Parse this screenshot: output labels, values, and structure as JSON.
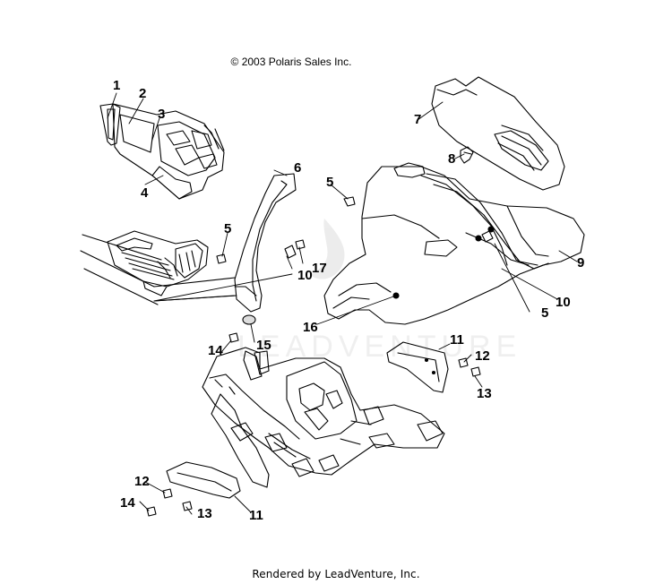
{
  "diagram": {
    "copyright": "© 2003 Polaris Sales Inc.",
    "footer": "Rendered by LeadVenture, Inc.",
    "watermark": "LEADVENTURE",
    "callouts": {
      "c1": "1",
      "c2": "2",
      "c3": "3",
      "c4": "4",
      "c5a": "5",
      "c5b": "5",
      "c5c": "5",
      "c6": "6",
      "c7": "7",
      "c8": "8",
      "c9": "9",
      "c10a": "10",
      "c10b": "10",
      "c11a": "11",
      "c11b": "11",
      "c12a": "12",
      "c12b": "12",
      "c13a": "13",
      "c13b": "13",
      "c14a": "14",
      "c14b": "14",
      "c15": "15",
      "c16": "16",
      "c17": "17"
    }
  }
}
